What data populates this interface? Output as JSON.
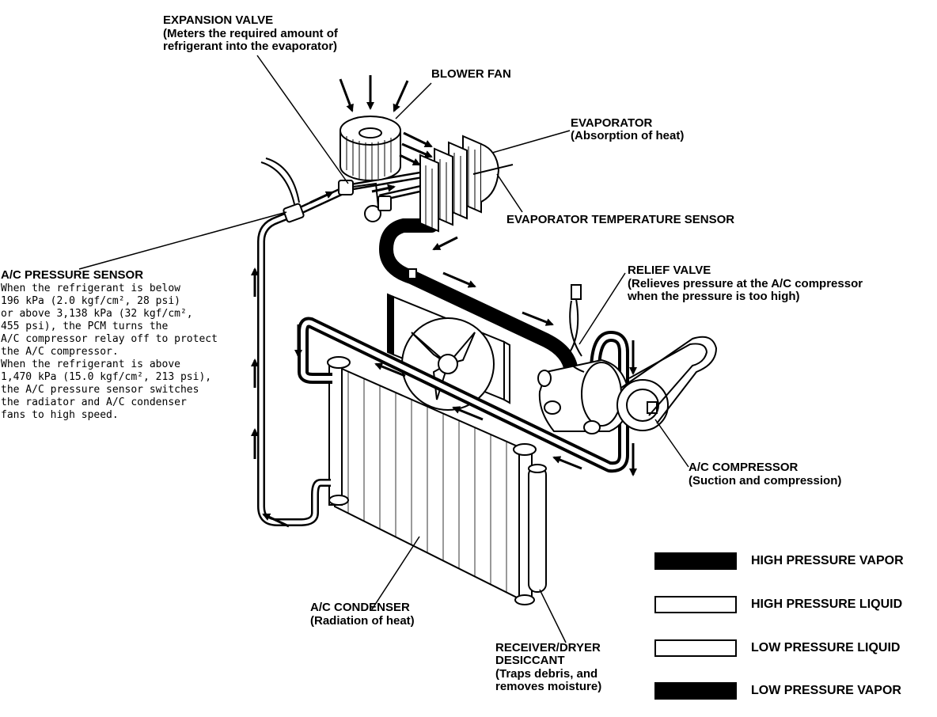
{
  "colors": {
    "line": "#000000",
    "background": "#ffffff"
  },
  "labels": {
    "expansion_valve": {
      "title": "EXPANSION VALVE",
      "desc": "(Meters the required amount of\nrefrigerant into the evaporator)"
    },
    "blower_fan": "BLOWER FAN",
    "evaporator": {
      "title": "EVAPORATOR",
      "desc": "(Absorption of heat)"
    },
    "evaporator_sensor": "EVAPORATOR TEMPERATURE SENSOR",
    "ac_pressure_sensor": {
      "title": "A/C PRESSURE SENSOR",
      "desc": "When the refrigerant is below\n196 kPa (2.0 kgf/cm², 28 psi)\nor above 3,138 kPa (32 kgf/cm²,\n455 psi), the PCM turns the\nA/C compressor relay off to protect\nthe A/C compressor.\nWhen the refrigerant is above\n1,470 kPa (15.0 kgf/cm², 213 psi),\nthe A/C pressure sensor switches\nthe radiator and A/C condenser\nfans to high speed."
    },
    "relief_valve": {
      "title": "RELIEF VALVE",
      "desc": "(Relieves pressure at the A/C compressor\nwhen the pressure is too high)"
    },
    "ac_compressor": {
      "title": "A/C COMPRESSOR",
      "desc": "(Suction and compression)"
    },
    "ac_condenser": {
      "title": "A/C CONDENSER",
      "desc": "(Radiation of heat)"
    },
    "receiver_dryer": {
      "title": "RECEIVER/DRYER\nDESICCANT",
      "desc": "(Traps debris, and\nremoves moisture)"
    }
  },
  "legend": [
    {
      "label": "HIGH PRESSURE VAPOR",
      "fill": "#000000"
    },
    {
      "label": "HIGH PRESSURE LIQUID",
      "fill": "#ffffff"
    },
    {
      "label": "LOW PRESSURE LIQUID",
      "fill": "#ffffff"
    },
    {
      "label": "LOW PRESSURE VAPOR",
      "fill": "#000000"
    }
  ]
}
